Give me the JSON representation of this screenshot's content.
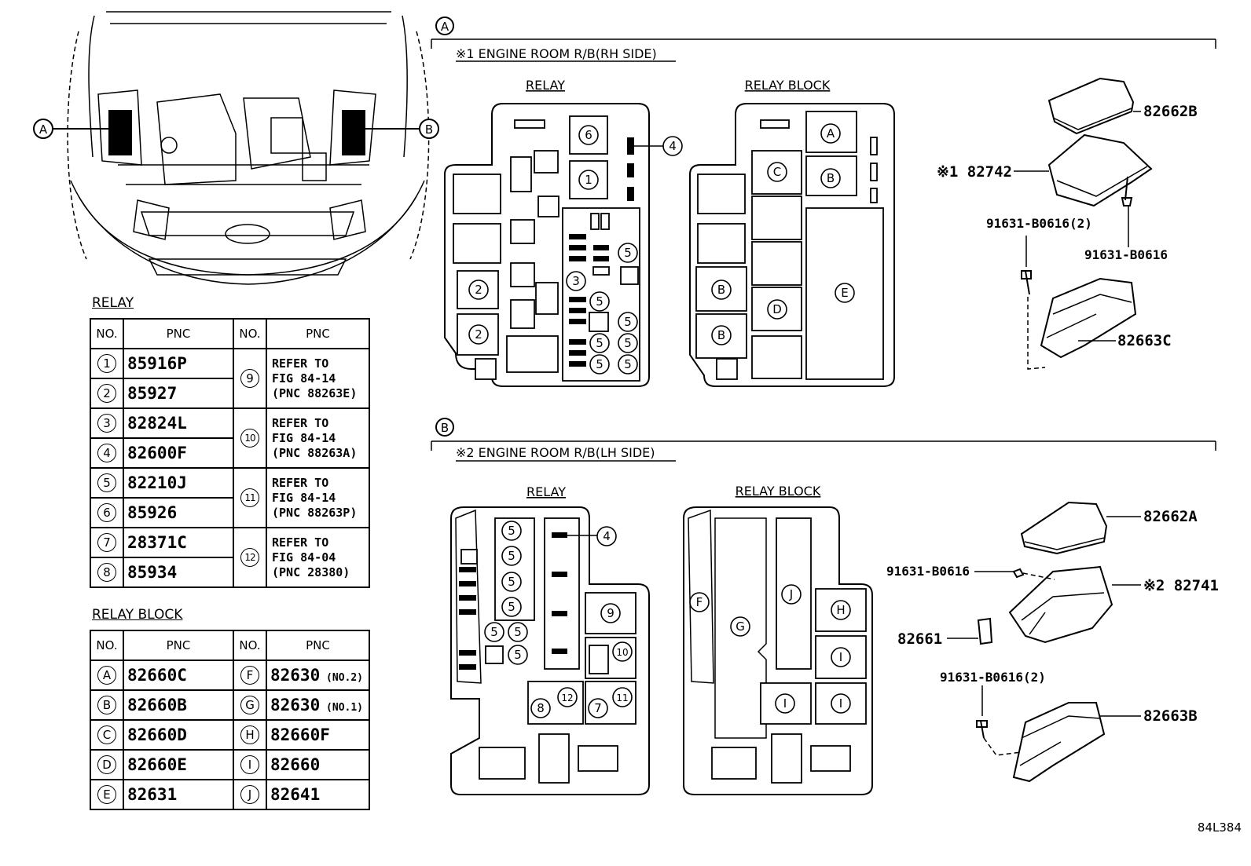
{
  "callouts": {
    "a": "A",
    "b": "B"
  },
  "section_a": {
    "title": "※1 ENGINE ROOM R/B(RH SIDE)",
    "relay_label": "RELAY",
    "relay_block_label": "RELAY BLOCK",
    "parts": {
      "cover": "82662B",
      "block": "※1 82742",
      "bolt_pair": "91631-B0616(2)",
      "bolt": "91631-B0616",
      "bracket": "82663C"
    }
  },
  "section_b": {
    "title": "※2 ENGINE ROOM R/B(LH SIDE)",
    "relay_label": "RELAY",
    "relay_block_label": "RELAY BLOCK",
    "parts": {
      "cover": "82662A",
      "bolt": "91631-B0616",
      "block": "※2 82741",
      "clip": "82661",
      "bolt_pair": "91631-B0616(2)",
      "bracket": "82663B"
    }
  },
  "relay_table": {
    "title": "RELAY",
    "headers": [
      "NO.",
      "PNC",
      "NO.",
      "PNC"
    ],
    "left": [
      {
        "no": "1",
        "pnc": "85916P"
      },
      {
        "no": "2",
        "pnc": "85927"
      },
      {
        "no": "3",
        "pnc": "82824L"
      },
      {
        "no": "4",
        "pnc": "82600F"
      },
      {
        "no": "5",
        "pnc": "82210J"
      },
      {
        "no": "6",
        "pnc": "85926"
      },
      {
        "no": "7",
        "pnc": "28371C"
      },
      {
        "no": "8",
        "pnc": "85934"
      }
    ],
    "right": [
      {
        "no": "9",
        "l1": "REFER TO",
        "l2": "FIG 84-14",
        "l3": "(PNC 88263E)"
      },
      {
        "no": "10",
        "l1": "REFER TO",
        "l2": "FIG 84-14",
        "l3": "(PNC 88263A)"
      },
      {
        "no": "11",
        "l1": "REFER TO",
        "l2": "FIG 84-14",
        "l3": "(PNC 88263P)"
      },
      {
        "no": "12",
        "l1": "REFER TO",
        "l2": "FIG 84-04",
        "l3": "(PNC 28380)"
      }
    ]
  },
  "relay_block_table": {
    "title": "RELAY BLOCK",
    "headers": [
      "NO.",
      "PNC",
      "NO.",
      "PNC"
    ],
    "rows": [
      {
        "no1": "A",
        "pnc1": "82660C",
        "no2": "F",
        "pnc2": "82630",
        "note2": "(NO.2)"
      },
      {
        "no1": "B",
        "pnc1": "82660B",
        "no2": "G",
        "pnc2": "82630",
        "note2": "(NO.1)"
      },
      {
        "no1": "C",
        "pnc1": "82660D",
        "no2": "H",
        "pnc2": "82660F",
        "note2": ""
      },
      {
        "no1": "D",
        "pnc1": "82660E",
        "no2": "I",
        "pnc2": "82660",
        "note2": ""
      },
      {
        "no1": "E",
        "pnc1": "82631",
        "no2": "J",
        "pnc2": "82641",
        "note2": ""
      }
    ]
  },
  "diagram_a": {
    "relay_nums": [
      "6",
      "1",
      "4",
      "5",
      "3",
      "5",
      "2",
      "2",
      "5",
      "5",
      "5",
      "5",
      "5"
    ],
    "block_letters": [
      "A",
      "C",
      "B",
      "B",
      "B",
      "D",
      "E"
    ]
  },
  "diagram_b": {
    "relay_nums": [
      "5",
      "5",
      "5",
      "5",
      "5",
      "5",
      "5",
      "4",
      "9",
      "10",
      "12",
      "11",
      "8",
      "7"
    ],
    "block_letters": [
      "F",
      "G",
      "J",
      "H",
      "I",
      "I",
      "I"
    ]
  },
  "figure_code": "84L384"
}
